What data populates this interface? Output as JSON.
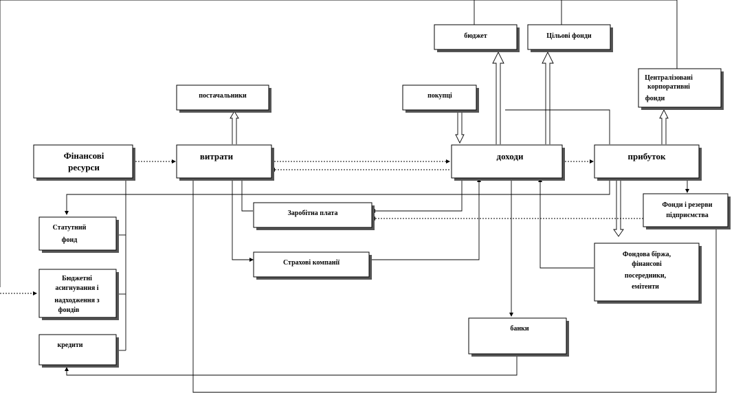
{
  "diagram": {
    "nodes": {
      "budget": "бюджет",
      "target_funds": "Цільові фонди",
      "centralized_funds": [
        "Централізовані",
        "корпоративні",
        "фонди"
      ],
      "suppliers": "постачальники",
      "buyers": "покупці",
      "financial_resources": [
        "Фінансові",
        "ресурси"
      ],
      "expenses": "витрати",
      "income": "доходи",
      "profit": "прибуток",
      "enterprise_funds": [
        "Фонди і резерви",
        "підприємства"
      ],
      "charter_fund": [
        "Статутний",
        "фонд"
      ],
      "salary": "Заробітна  плата",
      "insurance": "Страхові  компанії",
      "budget_allocations": [
        "Бюджетні",
        "асигнування  і",
        "надходження  з",
        "фондів"
      ],
      "stock_exchange": [
        "Фондова біржа,",
        "фінансові",
        "посередники,",
        "емітенти"
      ],
      "banks": "банки",
      "credits": "кредити"
    }
  }
}
